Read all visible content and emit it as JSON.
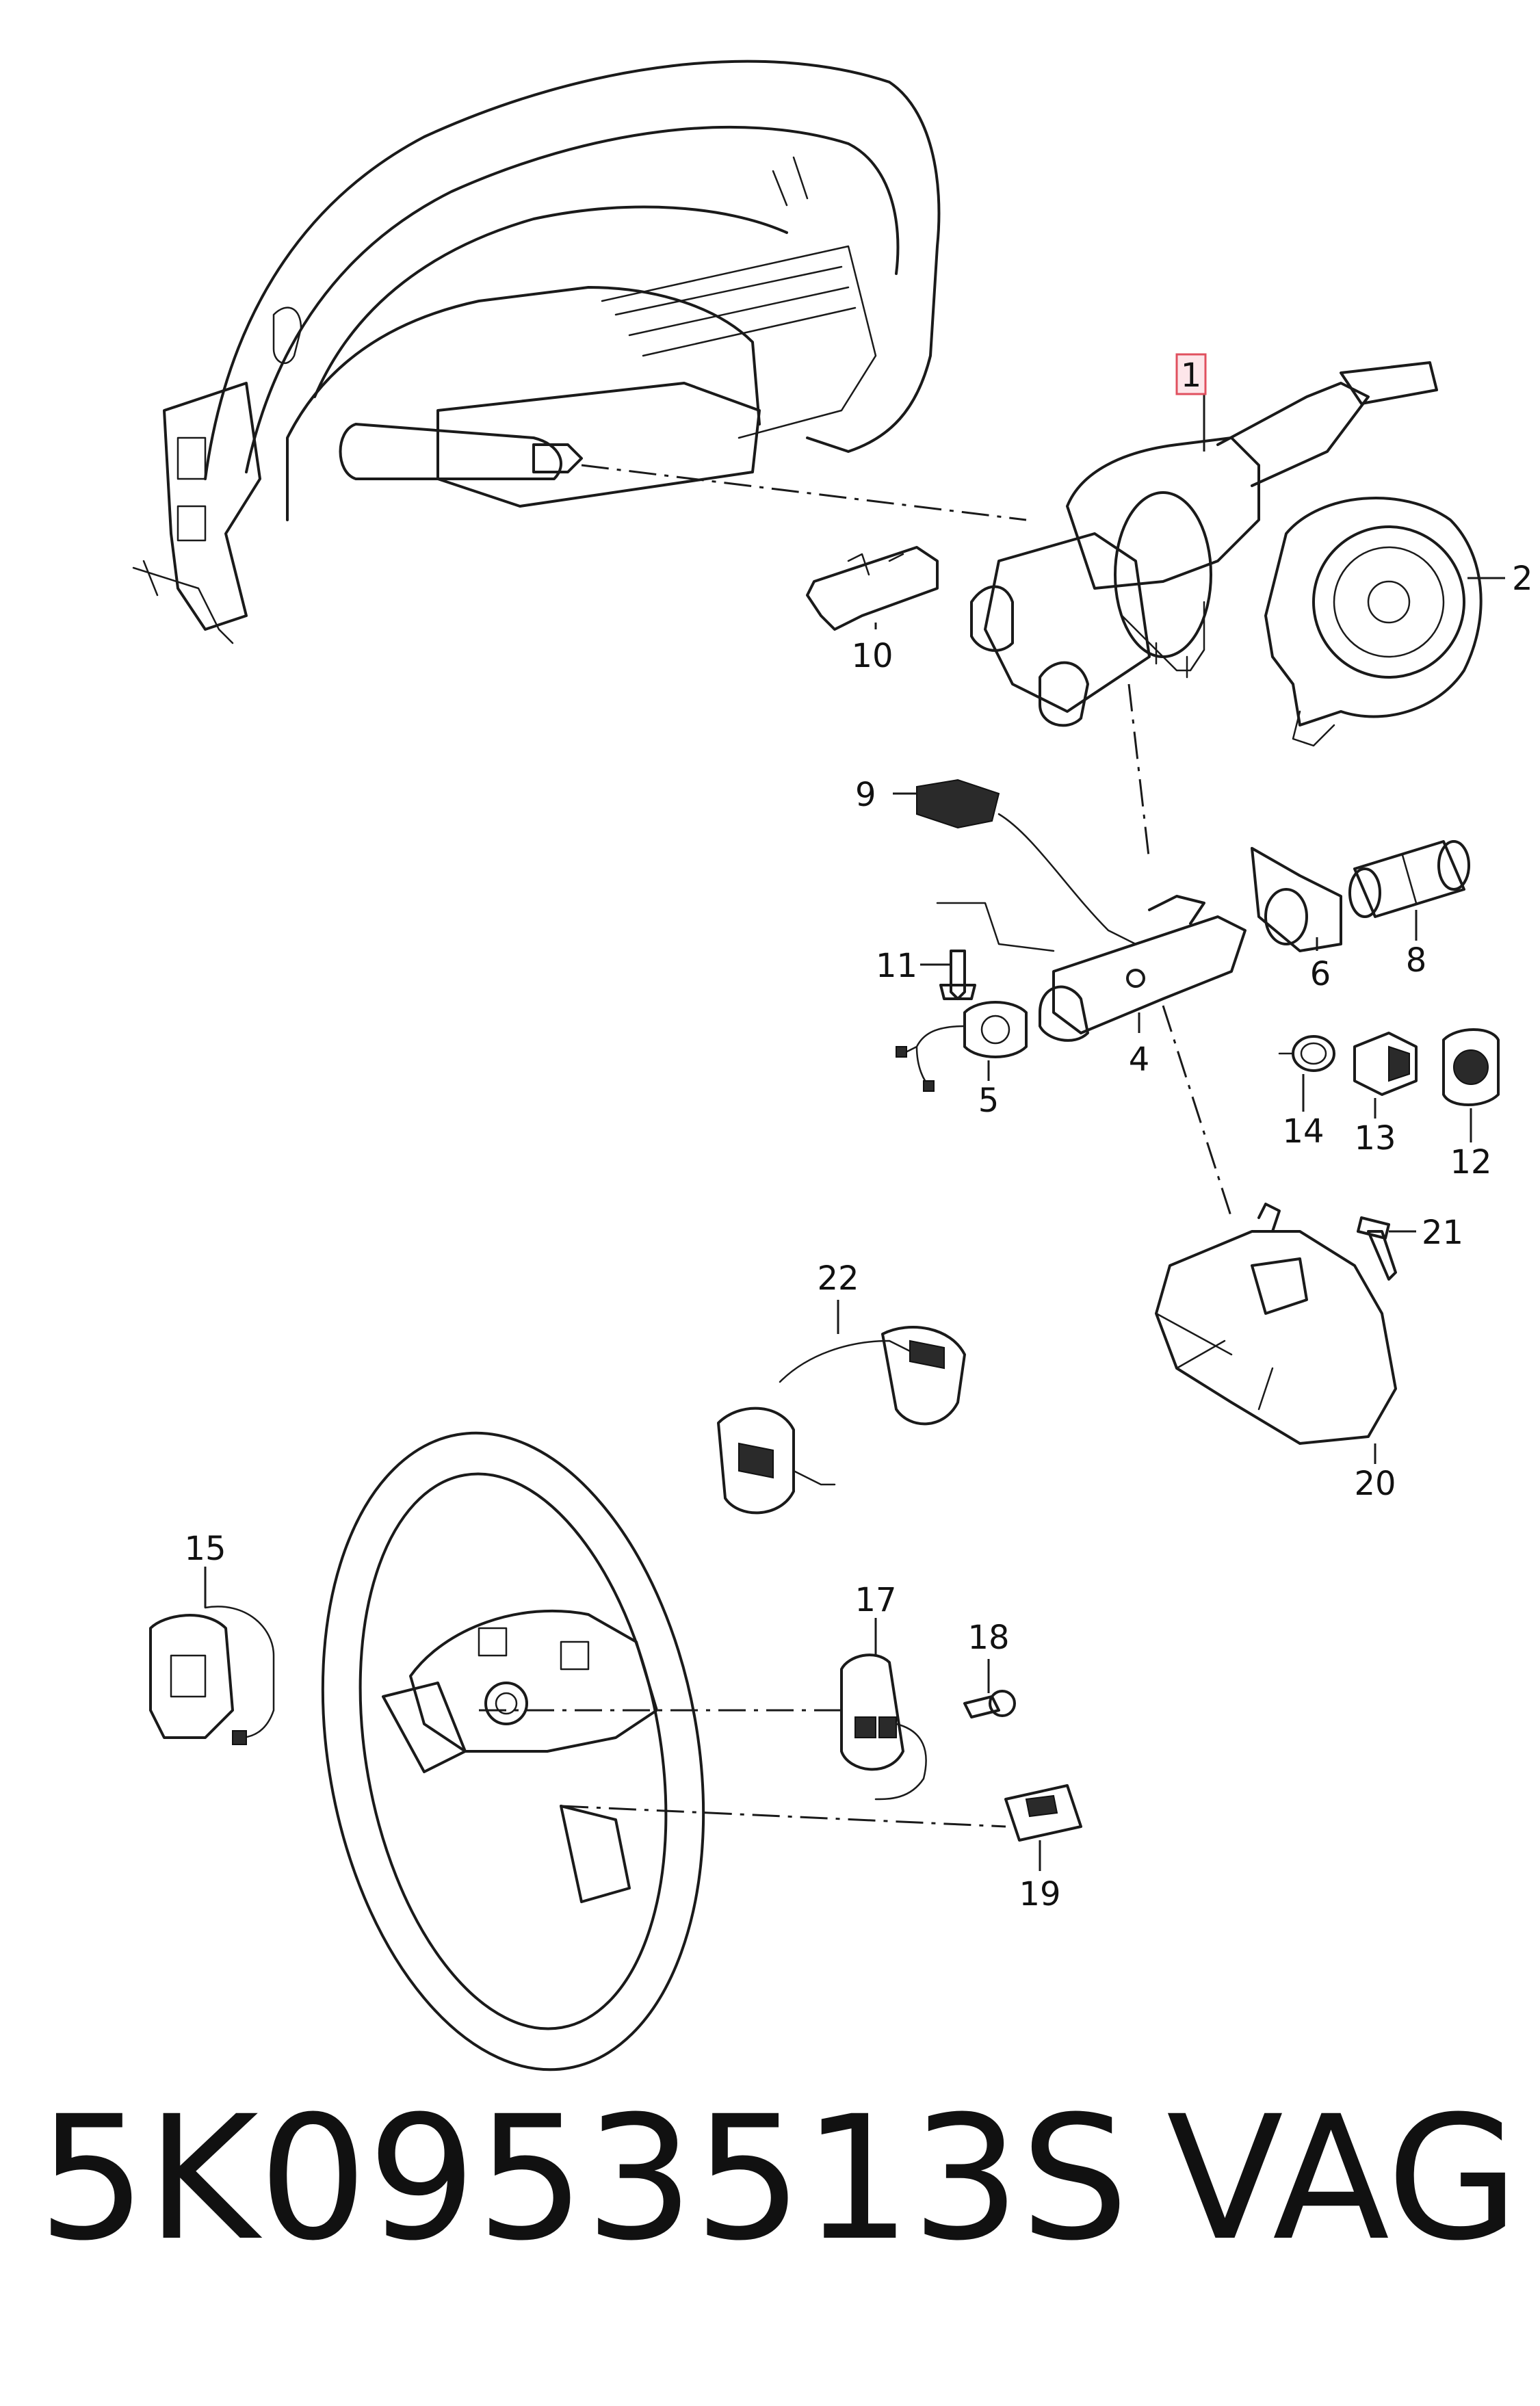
{
  "callouts": {
    "c1": "1",
    "c2": "2",
    "c4": "4",
    "c5": "5",
    "c6": "6",
    "c8": "8",
    "c9": "9",
    "c10": "10",
    "c11": "11",
    "c12": "12",
    "c13": "13",
    "c14": "14",
    "c15": "15",
    "c17": "17",
    "c18": "18",
    "c19": "19",
    "c20": "20",
    "c21": "21",
    "c22": "22"
  },
  "highlighted_callout": "1",
  "part_number": "5K0953513S",
  "brand": "VAG",
  "colors": {
    "line": "#1a1a1a",
    "highlight_border": "#e0505f",
    "highlight_fill": "#fde6ea",
    "background": "#ffffff"
  }
}
